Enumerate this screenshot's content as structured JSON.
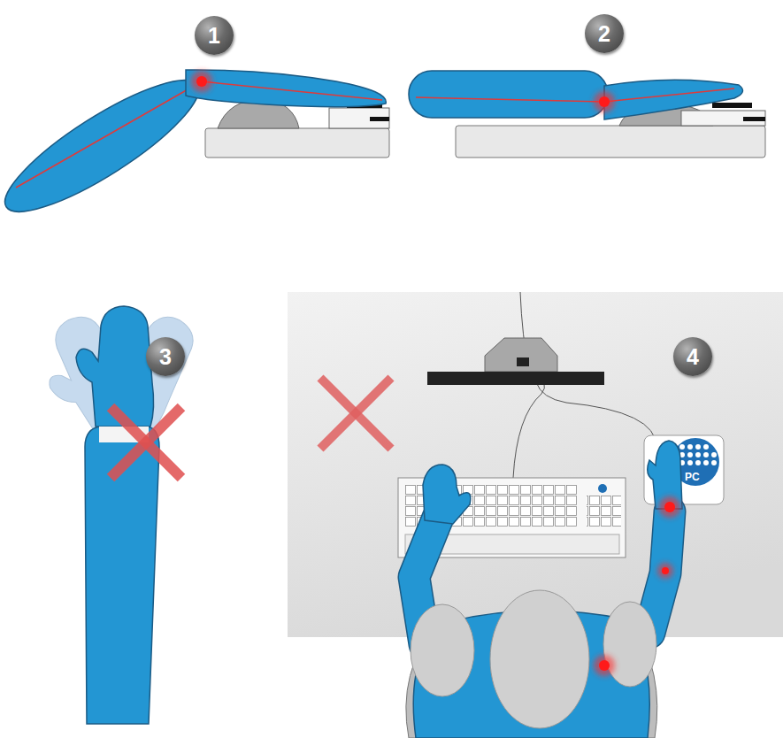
{
  "diagram": {
    "nodes": [
      {
        "text": [
          "1"
        ]
      },
      {
        "text": [
          "2"
        ]
      },
      {
        "text": [
          "3"
        ]
      },
      {
        "text": [
          "4"
        ]
      },
      {
        "text": [
          "PC"
        ]
      }
    ]
  }
}
